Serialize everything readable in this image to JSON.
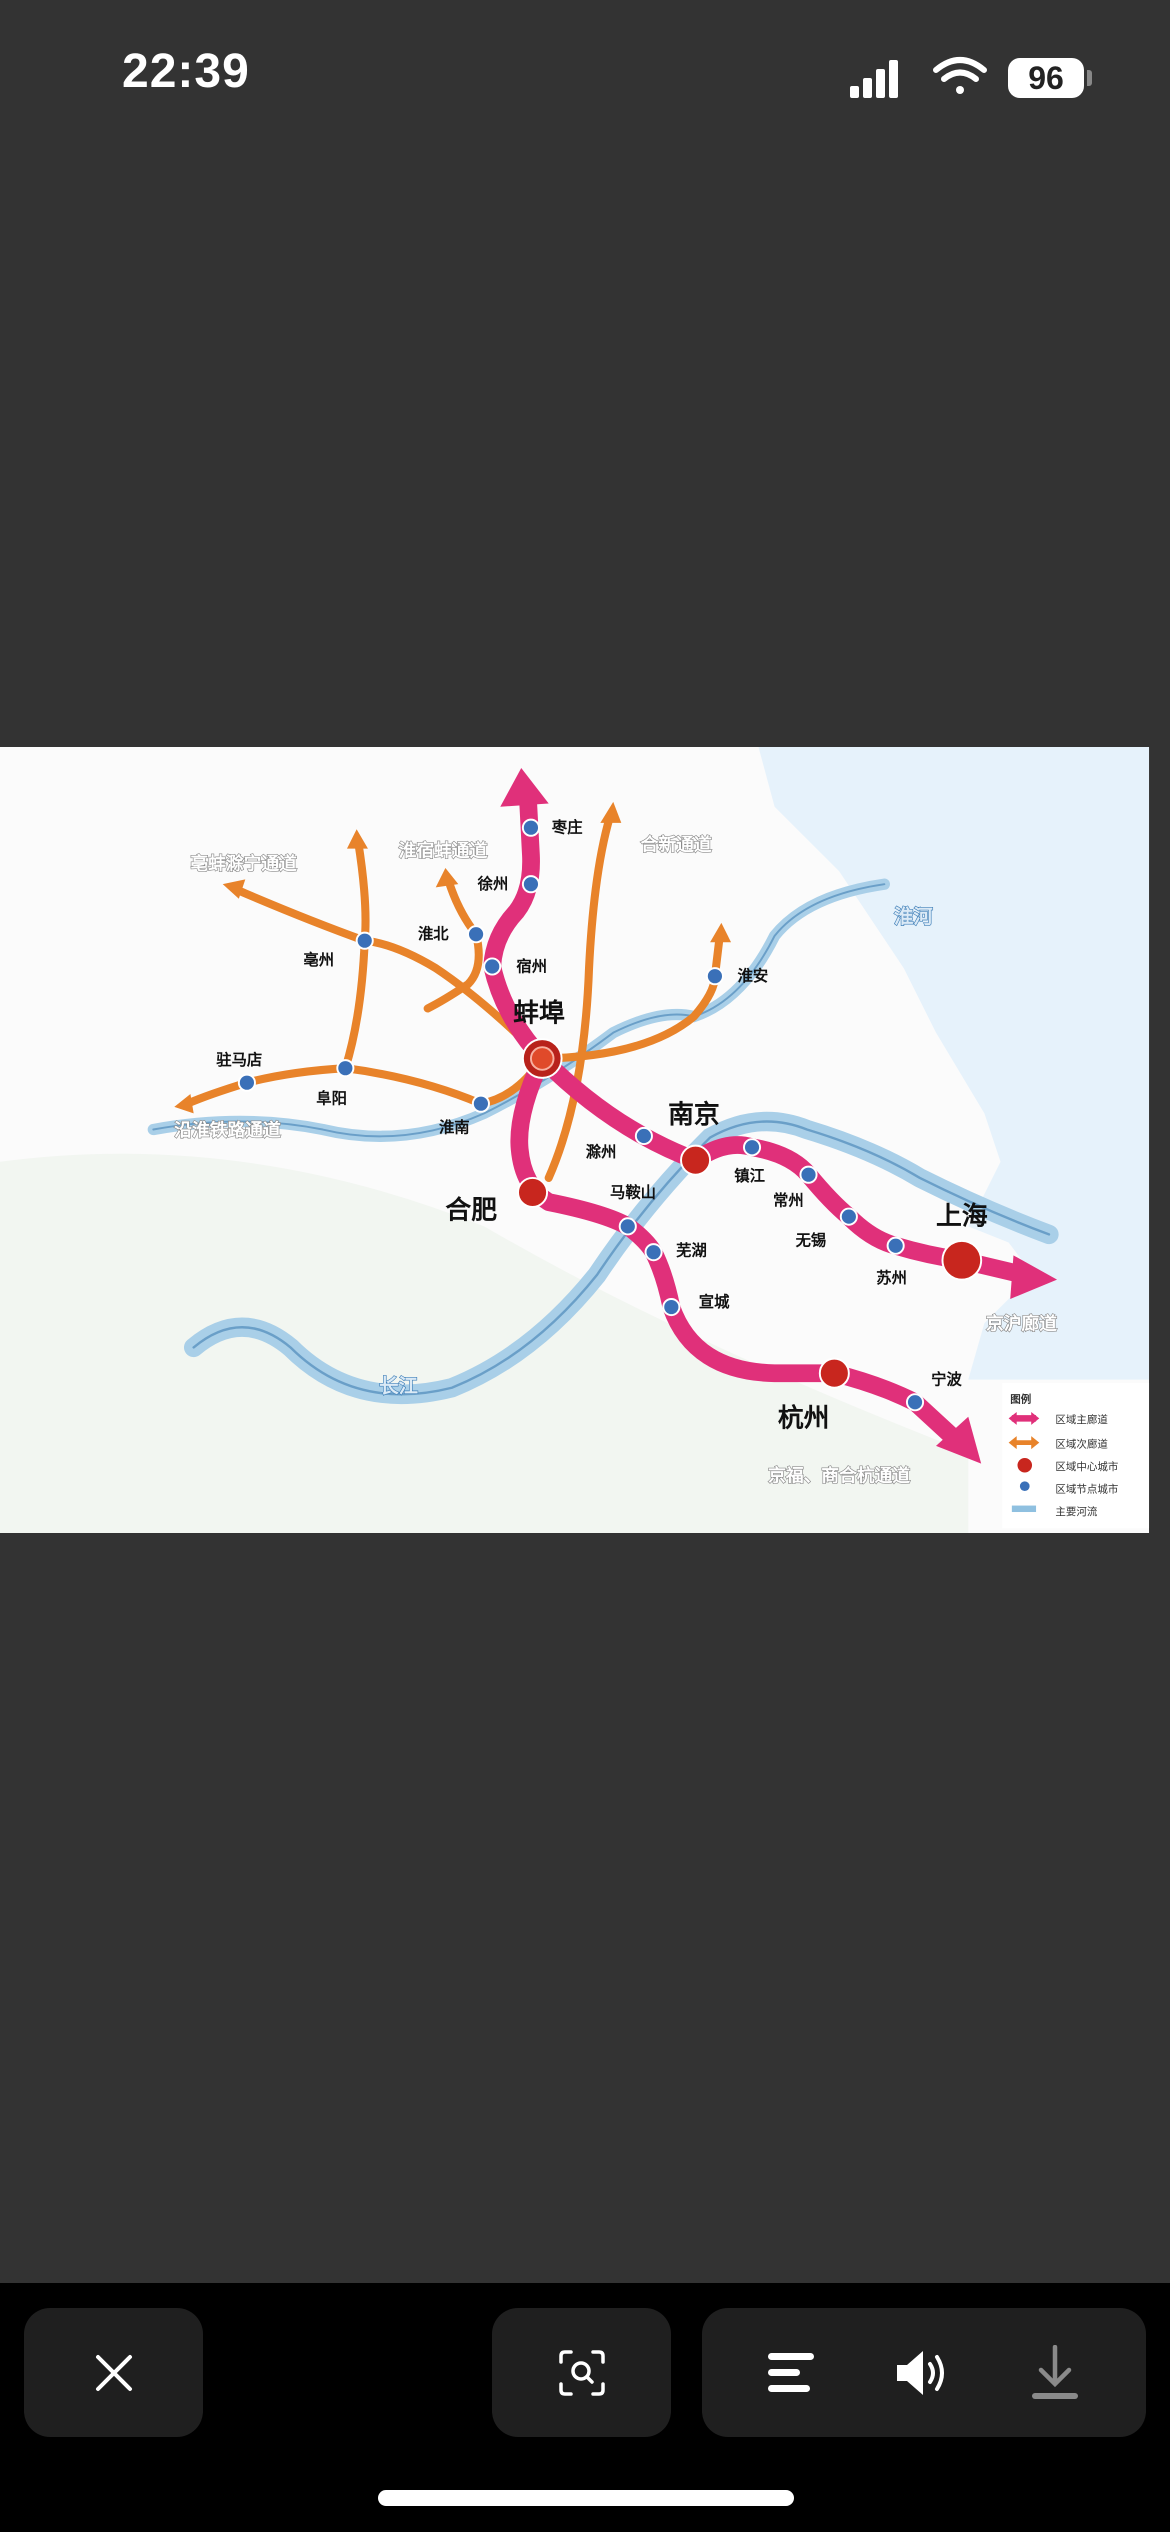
{
  "status_bar": {
    "time": "22:39",
    "battery": "96"
  },
  "map": {
    "center_cities": [
      "蚌埠",
      "南京",
      "合肥",
      "上海",
      "杭州"
    ],
    "node_cities": [
      "枣庄",
      "徐州",
      "淮北",
      "宿州",
      "淮安",
      "亳州",
      "阜阳",
      "驻马店",
      "淮南",
      "滁州",
      "马鞍山",
      "芜湖",
      "宣城",
      "镇江",
      "常州",
      "无锡",
      "苏州",
      "宁波"
    ],
    "corridor_labels": [
      "亳蚌滁宁通道",
      "淮宿蚌通道",
      "合新通道",
      "沿淮铁路通道",
      "京沪廊道",
      "京福、商合杭通道"
    ],
    "river_labels": [
      "淮河",
      "长江"
    ],
    "legend": {
      "title": "图例",
      "items": [
        "区域主廊道",
        "区域次廊道",
        "区域中心城市",
        "区域节点城市",
        "主要河流"
      ]
    },
    "colors": {
      "main_corridor": "#e0307a",
      "secondary_corridor": "#e8832a",
      "center_city": "#c8261e",
      "node_city": "#3a70b8",
      "river": "#8fc0e0",
      "sea": "#e6f2fb"
    }
  },
  "toolbar": {
    "close_icon": "close-icon",
    "visual_lookup_icon": "visual-lookup-icon",
    "text_icon": "text-lines-icon",
    "speaker_icon": "speaker-icon",
    "download_icon": "download-icon"
  }
}
